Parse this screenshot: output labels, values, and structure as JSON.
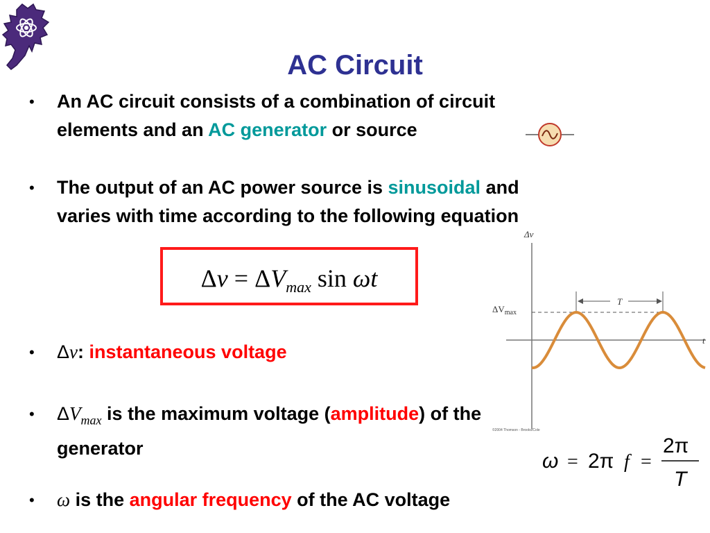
{
  "title": "AC Circuit",
  "bullets": {
    "b1": {
      "line1": "An AC circuit consists of a combination of circuit",
      "line2_pre": "elements and an ",
      "line2_hl": "AC generator",
      "line2_post": " or source"
    },
    "b2": {
      "line1_pre": "The output of an AC power source is ",
      "line1_hl": "sinusoidal",
      "line1_post": " and",
      "line2": "varies with time according to the following equation"
    },
    "b3": {
      "delta": "Δ",
      "var": "v",
      "colon": ": ",
      "hl": "instantaneous voltage"
    },
    "b4": {
      "delta": "Δ",
      "var": "V",
      "sub": "max",
      "text_pre": " is the maximum voltage (",
      "hl": "amplitude",
      "text_post": ") of the",
      "line2": "generator"
    },
    "b5": {
      "var": "ω",
      "text_pre": " is the ",
      "hl": "angular frequency",
      "text_post": " of the AC voltage"
    }
  },
  "equation": {
    "lhs_delta": "Δ",
    "lhs_var": "v",
    "equals": " = ",
    "rhs_delta": "Δ",
    "rhs_var": "V",
    "rhs_sub": "max",
    "sin": " sin ",
    "omega": "ω",
    "t": "t"
  },
  "graph": {
    "y_label": "Δv",
    "amp_label_main": "ΔV",
    "amp_label_sub": "max",
    "period_label": "T",
    "x_label": "t",
    "copyright": "©2004 Thomson - Brooks/Cole"
  },
  "omega_formula": {
    "lhs": "ω",
    "eq1": "=",
    "two_pi": "2π",
    "f": "f",
    "eq2": "=",
    "num": "2π",
    "den": "T"
  },
  "colors": {
    "title": "#2e3192",
    "teal": "#00999a",
    "red": "#ff0000",
    "wave": "#d98c3a",
    "box_border": "#ff1a1a"
  },
  "icons": [
    "frog-logo-icon",
    "ac-source-icon"
  ]
}
